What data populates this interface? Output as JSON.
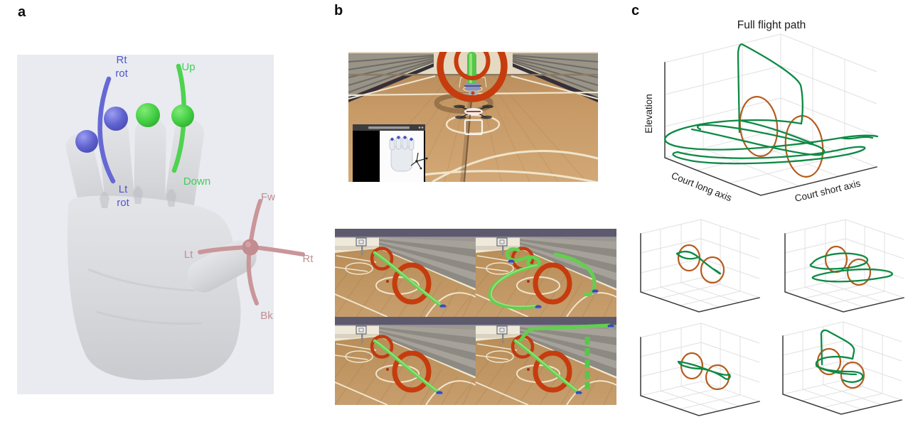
{
  "panel_labels": {
    "a": "a",
    "b": "b",
    "c": "c"
  },
  "panel_a": {
    "description": "Hand gesture control mapping",
    "labels": {
      "rt1": "Rt",
      "rot1": "rot",
      "up": "Up",
      "lt1": "Lt",
      "rot2": "rot",
      "down": "Down",
      "fw": "Fw",
      "lt2": "Lt",
      "rt2": "Rt",
      "bk": "Bk"
    }
  },
  "panel_b": {
    "description": "Simulated basketball-court drone flight views with hand-tracking inset and four replay views with green flight trails through red rings"
  },
  "panel_c": {
    "title": "Full flight path",
    "z_axis": "Elevation",
    "x_axis": "Court long axis",
    "y_axis": "Court short axis"
  },
  "chart_data": {
    "type": "line",
    "title": "Full flight path",
    "axes": {
      "x": "Court long axis",
      "y": "Court short axis",
      "z": "Elevation"
    },
    "tick_labels": "none shown",
    "legend": "none",
    "series": [
      {
        "name": "drone flight trajectory",
        "color": "#0d8a45",
        "style": "3D line winding through rings with tall climb and flat loops"
      },
      {
        "name": "target rings",
        "color": "#b65c1d",
        "style": "two vertical ellipses"
      }
    ],
    "subplots": "four smaller unlabeled 3D plots: straight pass, flat double loop, straight pass with end loop, climb-over pass"
  },
  "colors": {
    "panel-a-bg": "#e9ebf0",
    "blue": "#6669d4",
    "blue-text": "#5356c9",
    "green": "#50d251",
    "green-text": "#3fcf57",
    "rose": "#c9969a",
    "rose-text": "#c08f92",
    "path-green": "#0d8a45",
    "ring-orange": "#b65c1d",
    "ring-red": "#c63c0e",
    "trail-green": "#63cf4f",
    "court-line": "#f0e5cc"
  }
}
